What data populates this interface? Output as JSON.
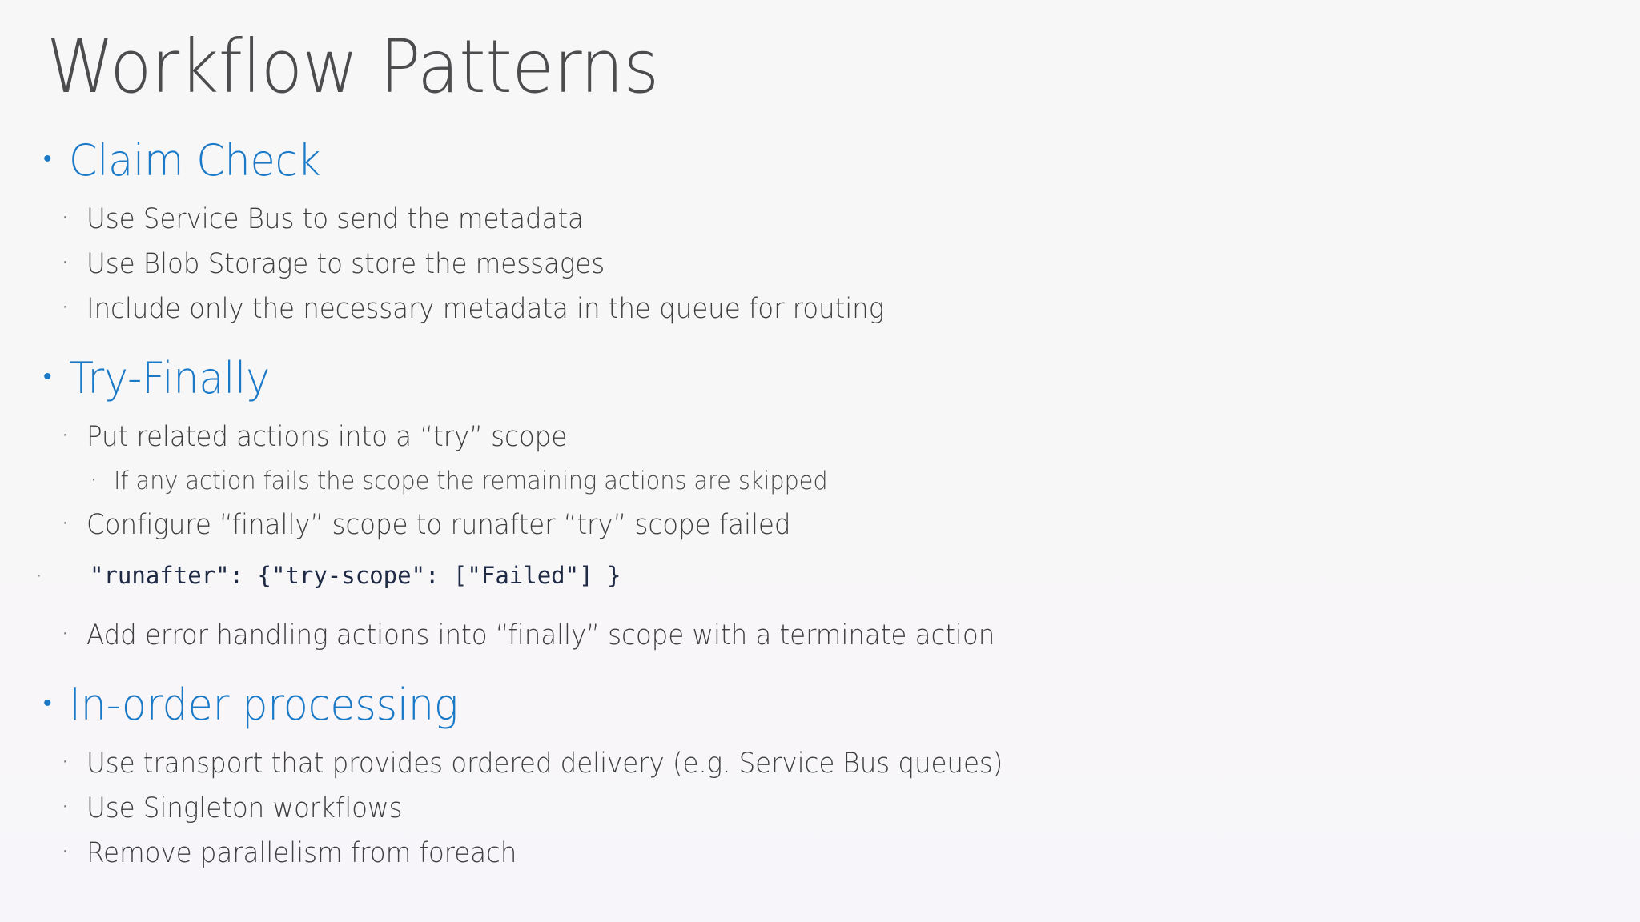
{
  "slide": {
    "title": "Workflow Patterns",
    "background_color": "#f7f6f8",
    "accent_color": "#1a7ac8",
    "body_text_color": "#3f3f41",
    "code_text_color": "#1f2a44",
    "bullet_glyph_level1": "•",
    "bullet_glyph_level2": "·",
    "bullet_glyph_level3": "·",
    "bullet_glyph_code": "·"
  },
  "sections": [
    {
      "heading": "Claim Check",
      "items": [
        {
          "level": 2,
          "text": "Use Service Bus to send the metadata"
        },
        {
          "level": 2,
          "text": "Use Blob Storage to store the messages"
        },
        {
          "level": 2,
          "text": "Include only the necessary metadata in the queue for routing"
        }
      ]
    },
    {
      "heading": "Try-Finally",
      "items": [
        {
          "level": 2,
          "text": "Put related actions into a “try” scope"
        },
        {
          "level": 3,
          "text": "If any action fails the scope the remaining actions are skipped"
        },
        {
          "level": 2,
          "text": "Configure “finally” scope to runafter “try” scope failed"
        },
        {
          "level": "code",
          "text": "\"runafter\": {\"try-scope\": [\"Failed\"] }"
        },
        {
          "level": 2,
          "text": "Add error handling actions into “finally” scope with a terminate action"
        }
      ]
    },
    {
      "heading": "In-order processing",
      "items": [
        {
          "level": 2,
          "text": "Use transport that provides ordered delivery (e.g. Service Bus queues)"
        },
        {
          "level": 2,
          "text": "Use Singleton workflows"
        },
        {
          "level": 2,
          "text": "Remove parallelism from foreach"
        }
      ]
    }
  ]
}
